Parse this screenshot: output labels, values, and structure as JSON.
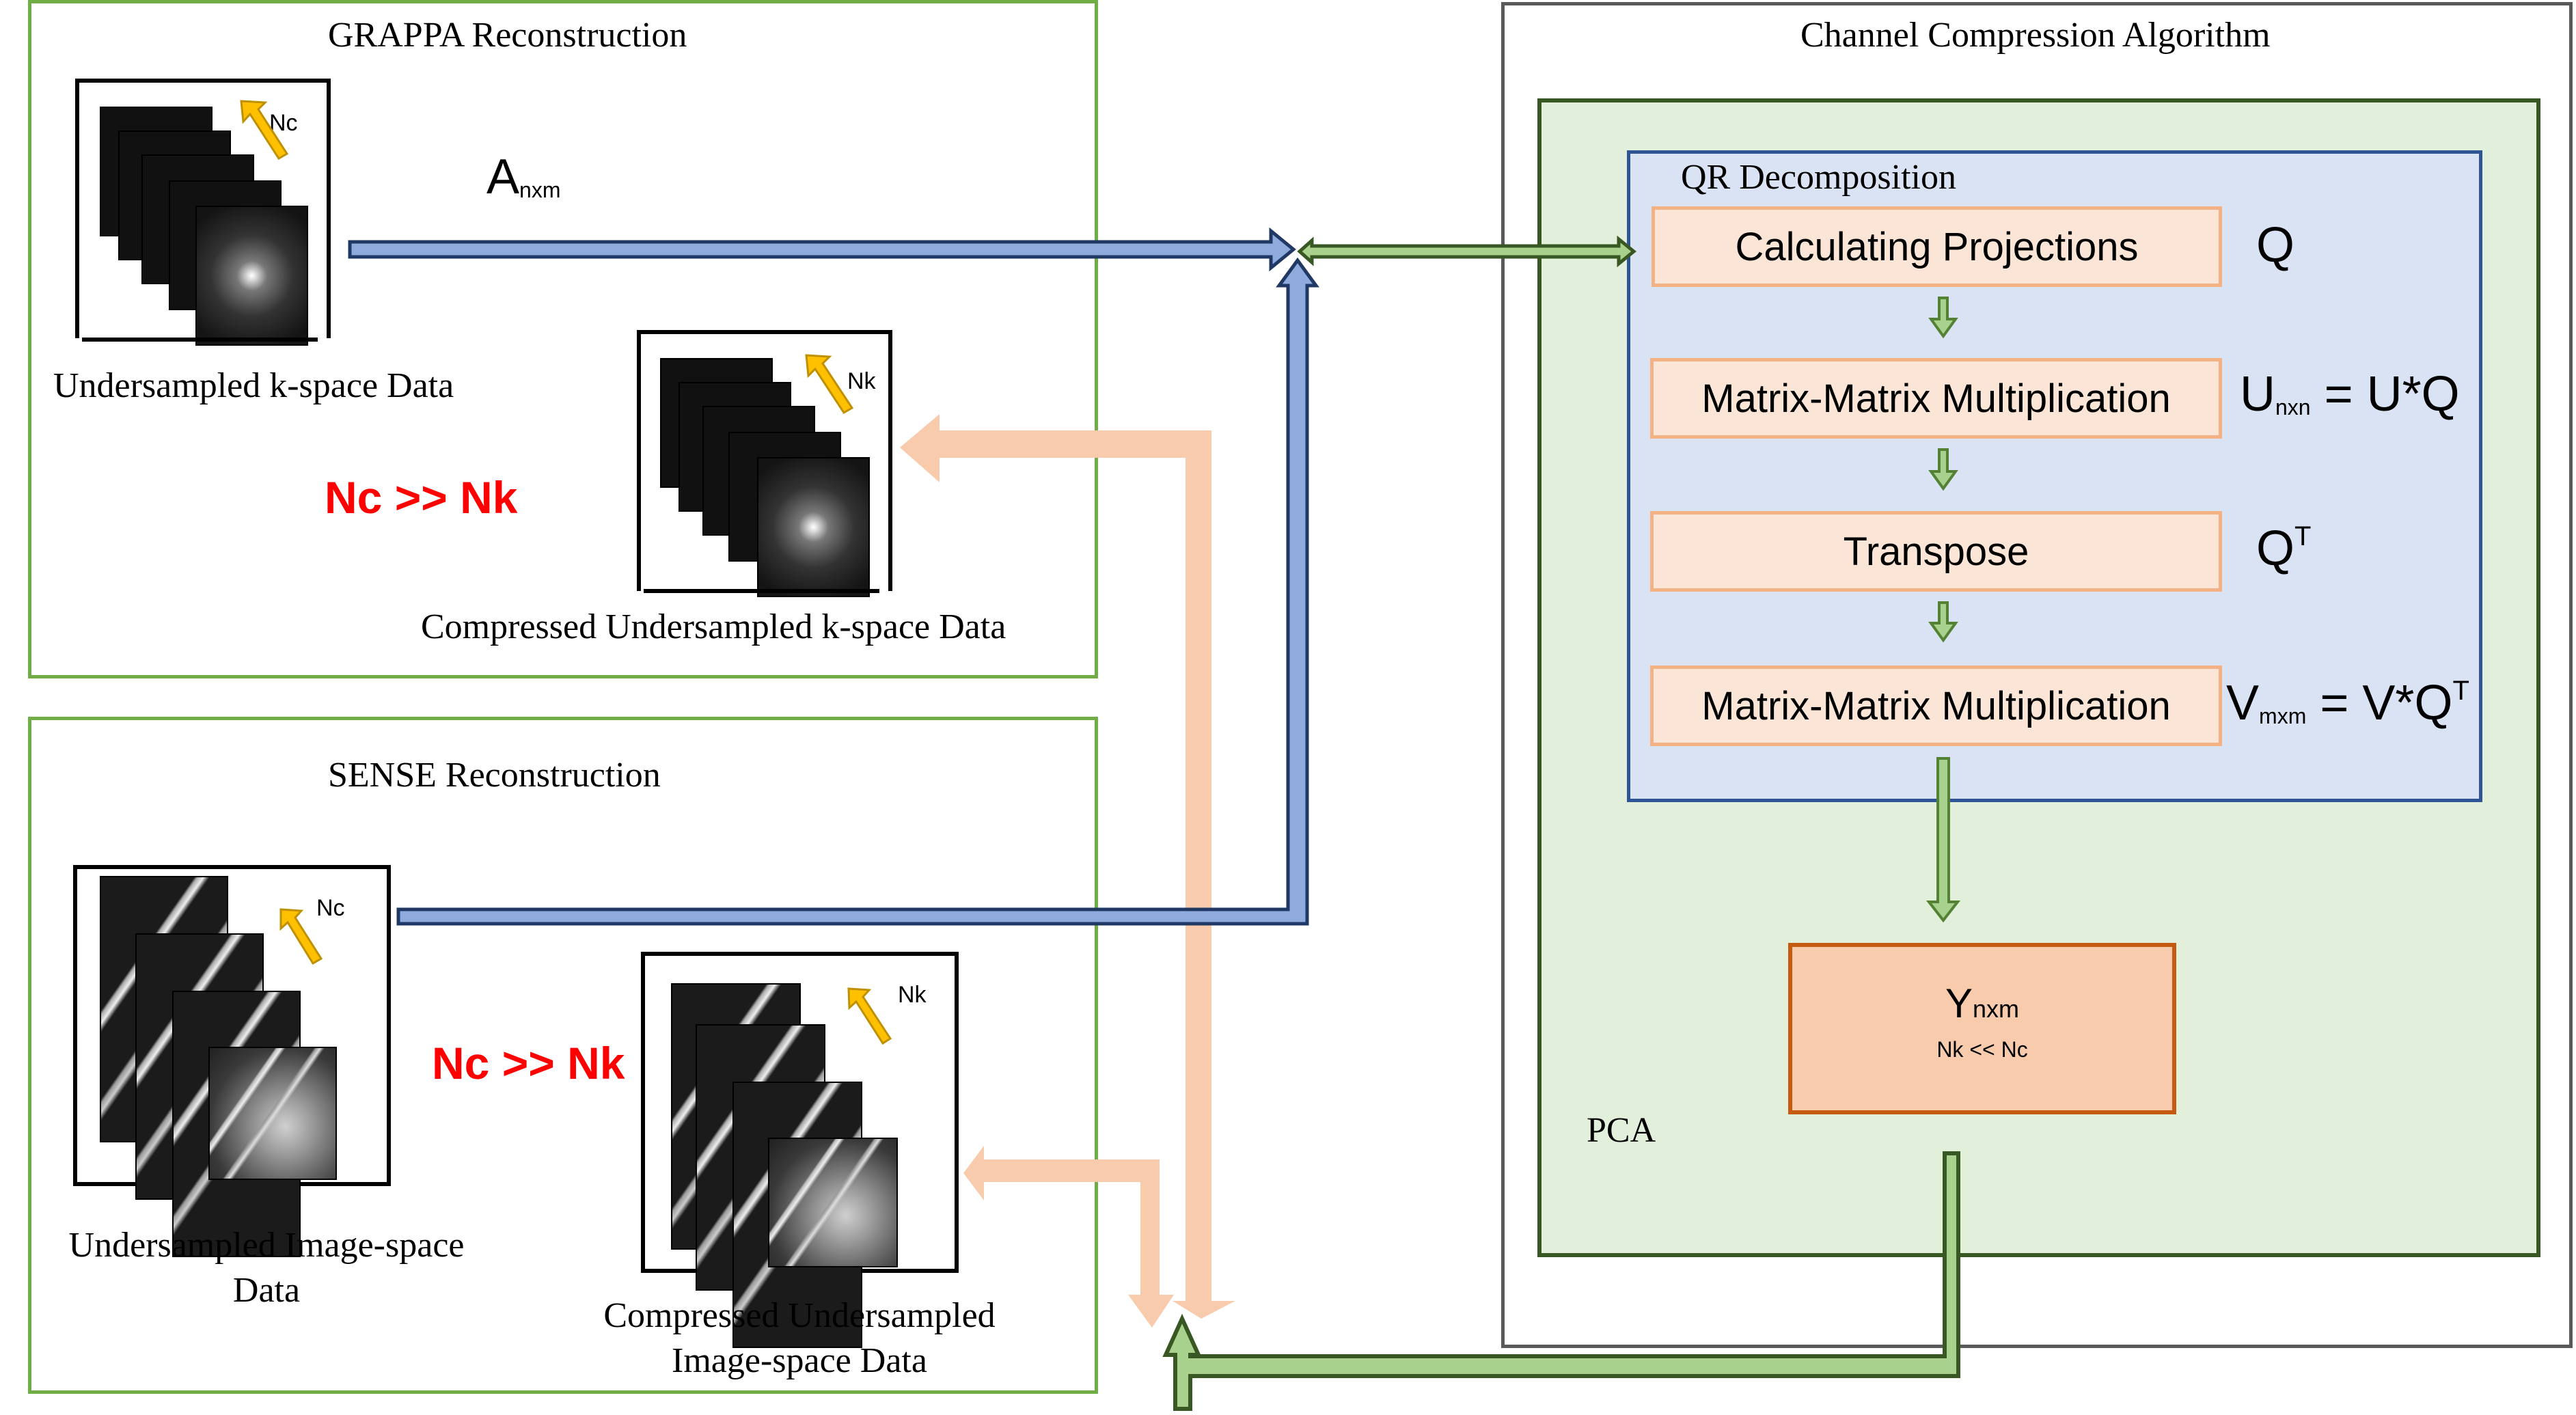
{
  "grappa": {
    "title": "GRAPPA Reconstruction",
    "input_caption": "Undersampled k-space Data",
    "output_caption": "Compressed Undersampled k-space Data",
    "input_channel_label": "Nc",
    "output_channel_label": "Nk",
    "ratio": "Nc >>  Nk"
  },
  "sense": {
    "title": "SENSE Reconstruction",
    "input_caption_line1": "Undersampled Image-space",
    "input_caption_line2": "Data",
    "output_caption_line1": "Compressed Undersampled",
    "output_caption_line2": "Image-space Data",
    "input_channel_label": "Nc",
    "output_channel_label": "Nk",
    "ratio": "Nc >> Nk"
  },
  "matrix_label": {
    "symbol": "A",
    "subscript": "nxm"
  },
  "compression": {
    "title": "Channel Compression Algorithm",
    "pca_label": "PCA",
    "qr_label": "QR Decomposition",
    "steps": [
      {
        "label": "Calculating Projections",
        "formula_main": "Q",
        "formula_sub": "",
        "formula_rest": "",
        "formula_sup": ""
      },
      {
        "label": "Matrix-Matrix Multiplication",
        "formula_main": "U",
        "formula_sub": "nxn",
        "formula_rest": " = U*Q",
        "formula_sup": ""
      },
      {
        "label": "Transpose",
        "formula_main": "Q",
        "formula_sub": "",
        "formula_rest": "",
        "formula_sup": "T"
      },
      {
        "label": "Matrix-Matrix Multiplication",
        "formula_main": "V",
        "formula_sub": "mxm",
        "formula_rest": " = V*Q",
        "formula_sup": "T"
      }
    ],
    "result": {
      "symbol": "Y",
      "subscript": "nxm",
      "note": "Nk << Nc"
    }
  },
  "colors": {
    "recon_border": "#70ad47",
    "channel_border": "#595959",
    "pca_fill": "#e2efda",
    "pca_border": "#385723",
    "qr_fill": "#dae3f3",
    "qr_border": "#2f5597",
    "step_fill": "#fbe5d6",
    "step_border": "#f4b183",
    "result_fill": "#f8cbad",
    "result_border": "#c55a11",
    "blue_arrow": "#8faadc",
    "blue_arrow_border": "#203864",
    "green_arrow": "#a9d18e",
    "green_arrow_border": "#385723",
    "peach_arrow": "#f8cbad",
    "ratio_text": "#ff0000",
    "channel_arrow": "#ffc000"
  }
}
